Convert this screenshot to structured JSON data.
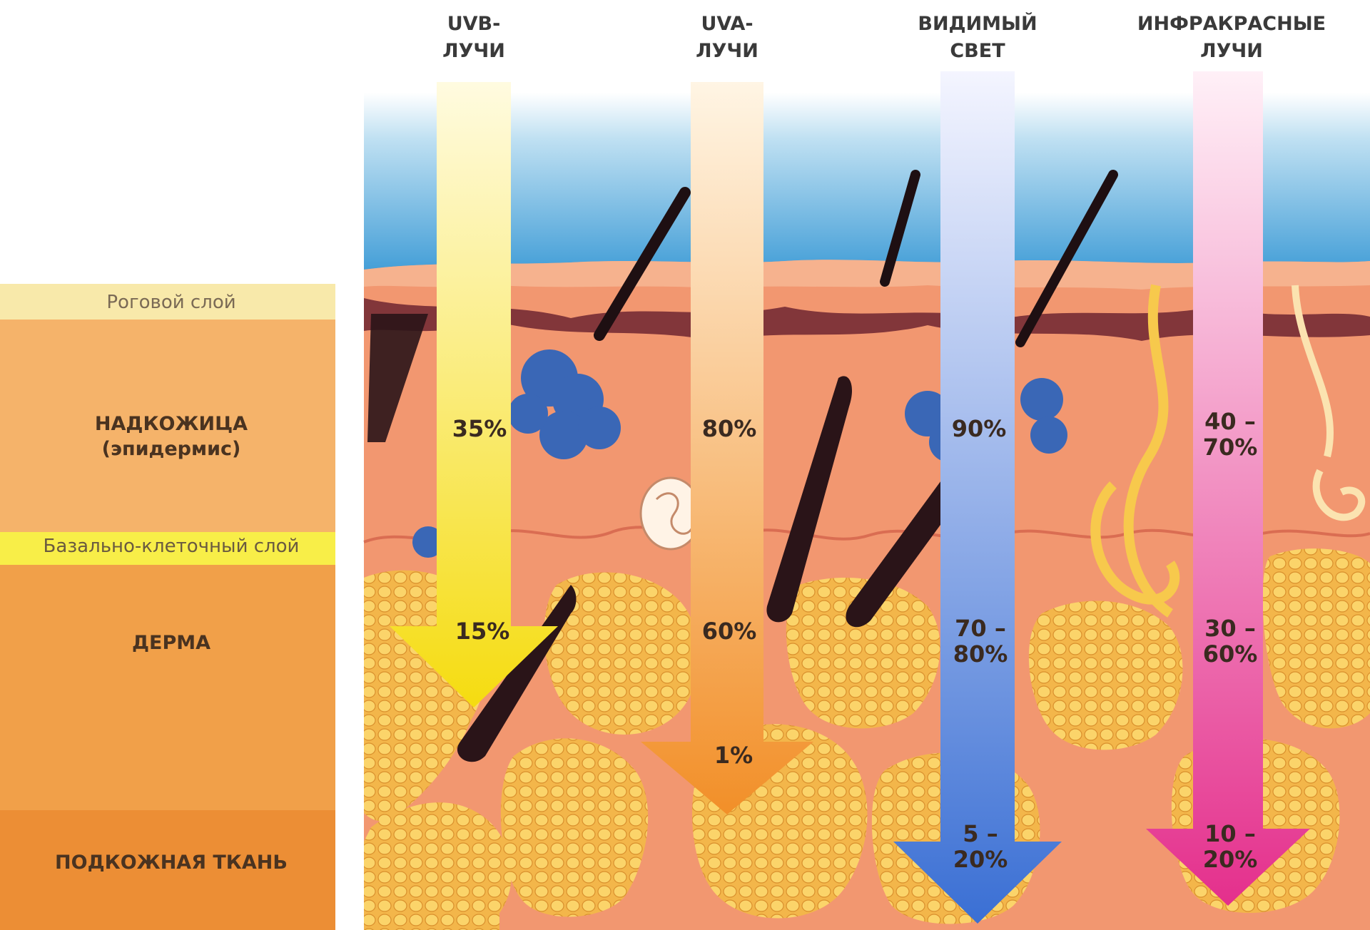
{
  "rays": [
    {
      "id": "uvb",
      "title_line1": "UVB-",
      "title_line2": "ЛУЧИ",
      "pct_top": "35%",
      "pct_mid": "15%",
      "pct_bot": "",
      "color_top": "#fff7b8",
      "color_bottom": "#f7de18"
    },
    {
      "id": "uva",
      "title_line1": "UVA-",
      "title_line2": "ЛУЧИ",
      "pct_top": "80%",
      "pct_mid": "60%",
      "pct_bot": "1%",
      "color_top": "#fff4dc",
      "color_bottom": "#f3992f"
    },
    {
      "id": "visible",
      "title_line1": "ВИДИМЫЙ",
      "title_line2": "СВЕТ",
      "pct_top": "90%",
      "pct_mid_1": "70 –",
      "pct_mid_2": "80%",
      "pct_bot_1": "5 –",
      "pct_bot_2": "20%",
      "color_top": "#f2f4ff",
      "color_bottom": "#3f73d6"
    },
    {
      "id": "infrared",
      "title_line1": "ИНФРАКРАСНЫЕ",
      "title_line2": "ЛУЧИ",
      "pct_top_1": "40 –",
      "pct_top_2": "70%",
      "pct_mid_1": "30 –",
      "pct_mid_2": "60%",
      "pct_bot_1": "10 –",
      "pct_bot_2": "20%",
      "color_top": "#ffe6f2",
      "color_bottom": "#e6338f"
    }
  ],
  "layers": {
    "horny": "Роговой слой",
    "epidermis_1": "НАДКОЖИЦА",
    "epidermis_2": "(эпидермис)",
    "basal": "Базально-клеточный слой",
    "dermis": "ДЕРМА",
    "subcutaneous": "ПОДКОЖНАЯ ТКАНЬ"
  },
  "colors": {
    "sky": "#4fa6d9",
    "skin": "#f29a6e",
    "fat": "#f6c24a",
    "layer_horny": "#f8e7a6",
    "layer_epidermis": "#f5b66b",
    "layer_basal": "#f7ee45",
    "layer_dermis": "#f2a04a",
    "layer_sub": "#ee8d33"
  }
}
